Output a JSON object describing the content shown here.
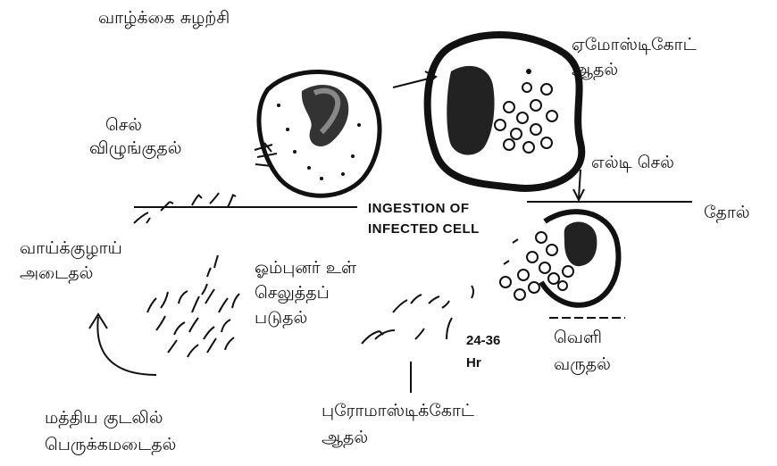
{
  "title": "வாழ்க்கை சுழற்சி",
  "labels": {
    "phagocytosis": [
      "செல்",
      "விழுங்குதல்"
    ],
    "amastigote": [
      "ஏமோஸ்டிகோட்",
      "ஆதல்"
    ],
    "ld_cell": "எல்டி செல்",
    "skin": "தோல்",
    "ingestion": [
      "INGESTION OF",
      "INFECTED CELL"
    ],
    "proboscis": [
      "வாய்க்குழாய்",
      "அடைதல்"
    ],
    "injected": [
      "ஓம்புனர் உள்",
      "செலுத்தப்",
      "படுதல்"
    ],
    "release": [
      "வெளி",
      "வருதல்"
    ],
    "time": [
      "24-36",
      "Hr"
    ],
    "promastigote": [
      "புரோமாஸ்டிக்கோட்",
      "ஆதல்"
    ],
    "midgut": [
      "மத்திய குடலில்",
      "பெருக்கமடைதல்"
    ]
  },
  "colors": {
    "ink": "#111111",
    "background": "#ffffff"
  },
  "icons": [
    "macrophage-cell",
    "amastigote-cluster",
    "promastigote-parasites",
    "arrow"
  ]
}
